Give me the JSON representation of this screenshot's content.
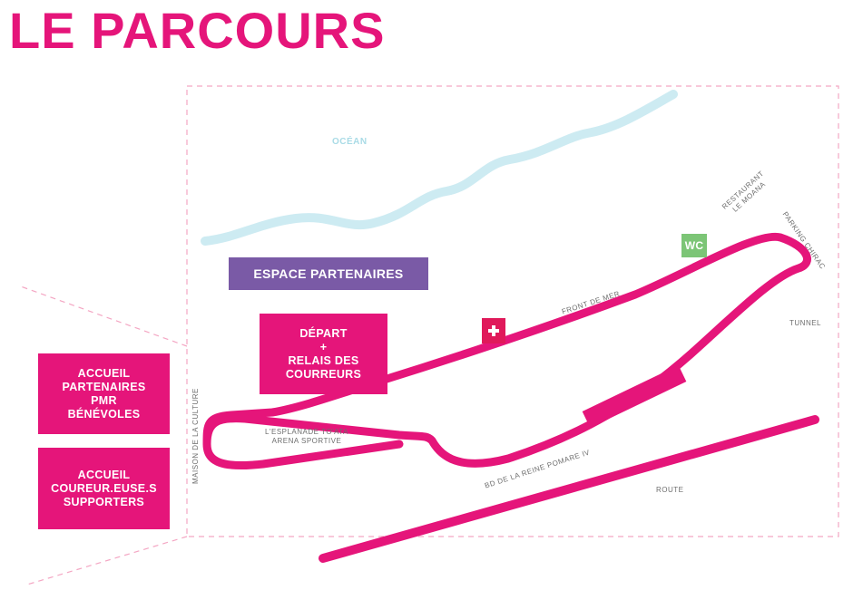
{
  "title": "LE PARCOURS",
  "colors": {
    "brand_pink": "#e5157a",
    "purple": "#7a5aa6",
    "wc_green": "#7cc576",
    "ocean_blue": "#cdebf2",
    "first_aid_red": "#e0195a",
    "dashed_border": "#f4a6c3"
  },
  "boxes": {
    "espace_partenaires": "ESPACE PARTENAIRES",
    "depart": {
      "line1": "DÉPART",
      "line2": "+",
      "line3": "RELAIS DES",
      "line4": "COURREURS"
    },
    "accueil_partenaires": {
      "line1": "ACCUEIL",
      "line2": "PARTENAIRES",
      "line3": "PMR",
      "line4": "BÉNÉVOLES"
    },
    "accueil_coureurs": {
      "line1": "ACCUEIL",
      "line2": "COUREUR.EUSE.S",
      "line3": "SUPPORTERS"
    },
    "wc": "WC"
  },
  "labels": {
    "ocean": "OCÉAN",
    "restaurant_line1": "RESTAURANT",
    "restaurant_line2": "LE MOANA",
    "parking": "PARKING CHIRAC",
    "front_de_mer": "FRONT DE MER",
    "tunnel": "TUNNEL",
    "esplanade_line1": "L'ESPLANADE TO'ATA",
    "esplanade_line2": "ARENA SPORTIVE",
    "bd_reine": "BD DE LA REINE POMARE IV",
    "route": "ROUTE",
    "maison_culture": "MAISON DE LA CULTURE"
  },
  "icons": {
    "first_aid": "swiss-cross-icon"
  }
}
